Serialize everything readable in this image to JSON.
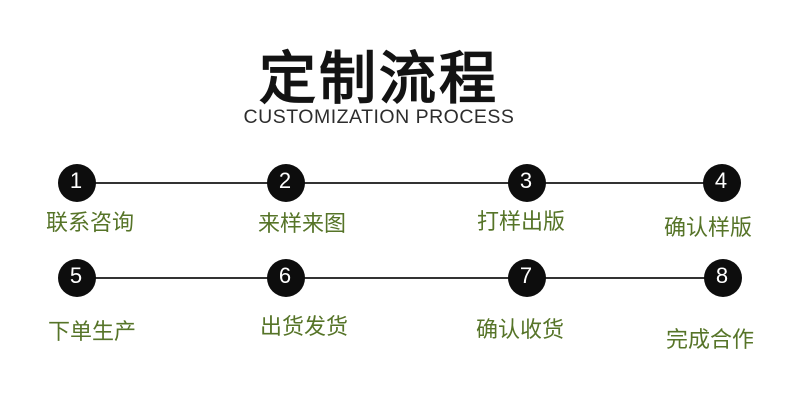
{
  "header": {
    "title": "定制流程",
    "subtitle": "CUSTOMIZATION PROCESS"
  },
  "colors": {
    "label_green": "#567428",
    "circle_black": "#0d0d0d",
    "line": "#333333",
    "title_black": "#131313",
    "background": "#ffffff"
  },
  "steps": [
    {
      "number": "1",
      "label": "联系咨询"
    },
    {
      "number": "2",
      "label": "来样来图"
    },
    {
      "number": "3",
      "label": "打样出版"
    },
    {
      "number": "4",
      "label": "确认样版"
    },
    {
      "number": "5",
      "label": "下单生产"
    },
    {
      "number": "6",
      "label": "出货发货"
    },
    {
      "number": "7",
      "label": "确认收货"
    },
    {
      "number": "8",
      "label": "完成合作"
    }
  ]
}
